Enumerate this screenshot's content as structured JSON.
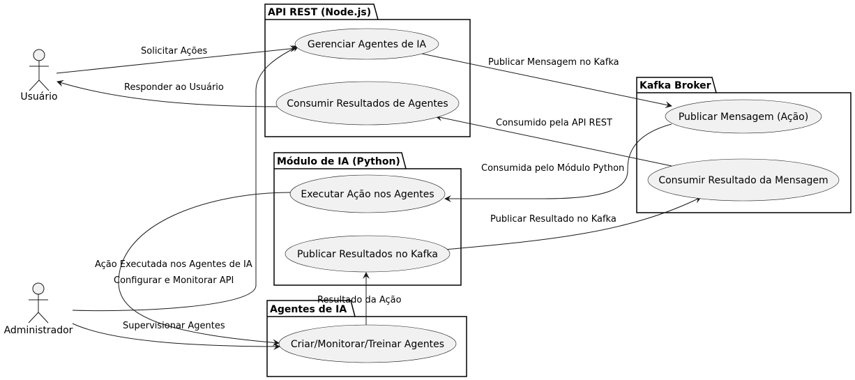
{
  "packages": {
    "api": "API REST (Node.js)",
    "kafka": "Kafka Broker",
    "ia": "Módulo de IA (Python)",
    "agentes": "Agentes de IA"
  },
  "use_cases": {
    "gerenciar": "Gerenciar Agentes de IA",
    "consumir_resultados": "Consumir Resultados de Agentes",
    "publicar_mensagem": "Publicar Mensagem (Ação)",
    "consumir_resultado_msg": "Consumir Resultado da Mensagem",
    "executar_acao": "Executar Ação nos Agentes",
    "publicar_resultados": "Publicar Resultados no Kafka",
    "criar_monitorar": "Criar/Monitorar/Treinar Agentes"
  },
  "actors": {
    "usuario": "Usuário",
    "administrador": "Administrador"
  },
  "edges": {
    "solicitar": "Solicitar Ações",
    "responder": "Responder ao Usuário",
    "publicar_kafka": "Publicar Mensagem no Kafka",
    "consumido_api": "Consumido pela API REST",
    "consumida_modulo": "Consumida pelo Módulo Python",
    "publicar_resultado_kafka": "Publicar Resultado no Kafka",
    "acao_executada": "Ação Executada nos Agentes de IA",
    "configurar": "Configurar e Monitorar API",
    "supervisionar": "Supervisionar Agentes",
    "resultado_acao": "Resultado da Ação"
  }
}
